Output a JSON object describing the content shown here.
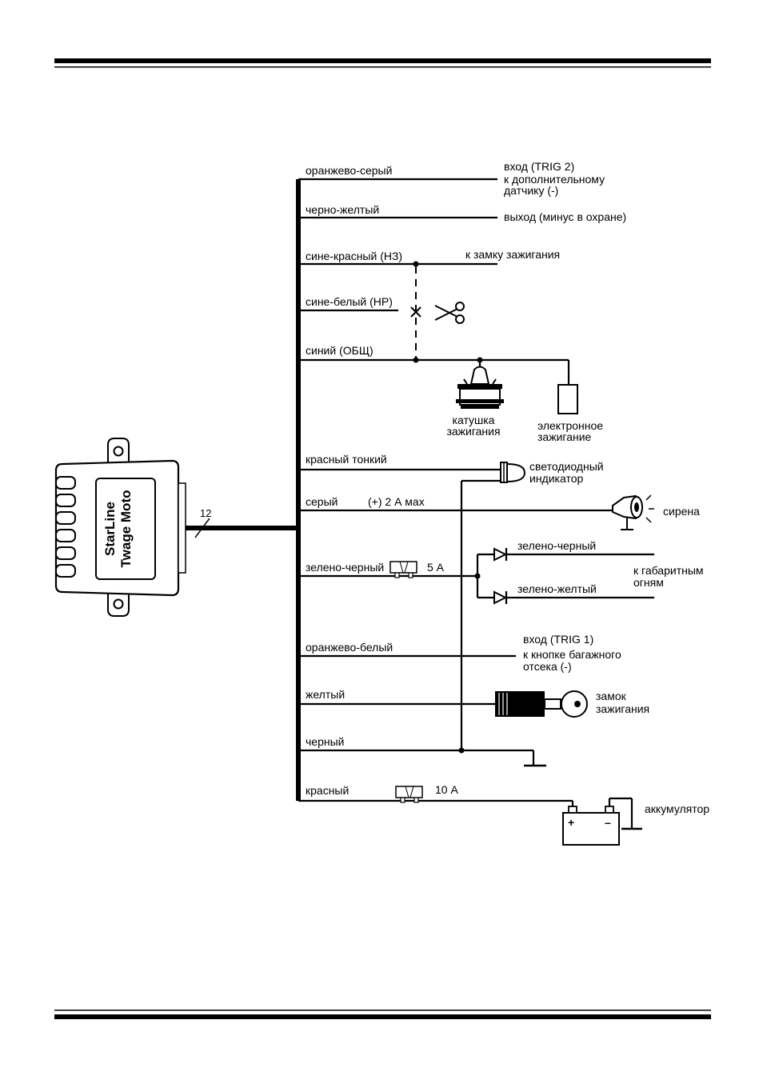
{
  "module": {
    "brand_line1": "StarLine",
    "brand_line2": "Twage Moto",
    "harness_count": "12"
  },
  "wires": {
    "orange_gray": "оранжево-серый",
    "black_yellow": "черно-желтый",
    "blue_red_nc": "сине-красный (НЗ)",
    "blue_white_no": "сине-белый (НР)",
    "blue_common": "синий (ОБЩ)",
    "red_thin": "красный тонкий",
    "gray": "серый",
    "gray_rating": "(+)  2 А мах",
    "green_black": "зелено-черный",
    "fuse_5a": "5 А",
    "orange_white": "оранжево-белый",
    "yellow": "желтый",
    "black": "черный",
    "red": "красный",
    "fuse_10a": "10 А"
  },
  "destinations": {
    "trig2_line1": "вход (TRIG 2)",
    "trig2_line2": "к дополнительному",
    "trig2_line3": "датчику (-)",
    "output_armed": "выход (минус в охране)",
    "to_ignition_lock": "к замку зажигания",
    "coil_line1": "катушка",
    "coil_line2": "зажигания",
    "electronic_line1": "электронное",
    "electronic_line2": "зажигание",
    "led_line1": "светодиодный",
    "led_line2": "индикатор",
    "siren": "сирена",
    "branch_green_black": "зелено-черный",
    "branch_green_yellow": "зелено-желтый",
    "parking_line1": "к габаритным",
    "parking_line2": "огням",
    "trig1_line1": "вход (TRIG 1)",
    "trig1_line2": "к кнопке багажного",
    "trig1_line3": "отсека (-)",
    "lock_line1": "замок",
    "lock_line2": "зажигания",
    "battery": "аккумулятор",
    "battery_plus": "+",
    "battery_minus": "–"
  }
}
